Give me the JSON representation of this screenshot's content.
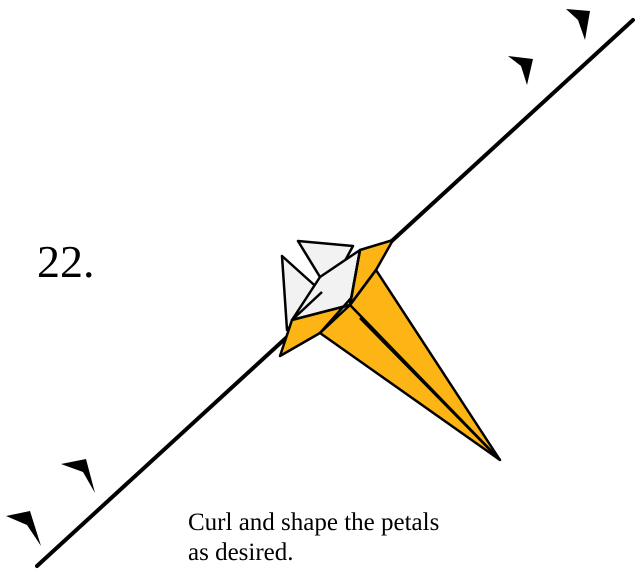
{
  "step": {
    "number": "22."
  },
  "instructions": {
    "line1": "Curl and shape the petals",
    "line2": "as desired."
  },
  "colors": {
    "petal_fill": "#FCB514",
    "white_paper": "#F2F2F2",
    "line": "#000000"
  },
  "icons": {
    "arrow_head": "arrowhead-icon"
  }
}
